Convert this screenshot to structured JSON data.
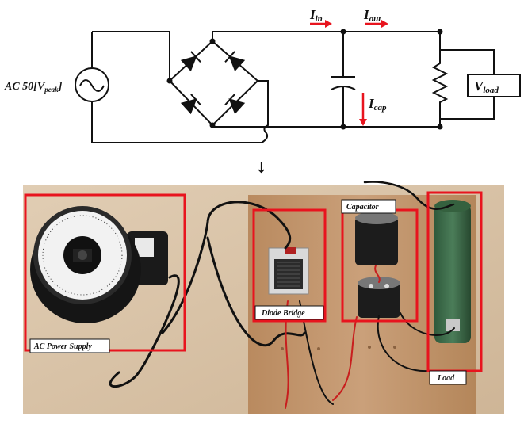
{
  "circuit": {
    "source_label": "AC 50[V",
    "source_sub": "peak",
    "source_close": "]",
    "i_in": "I",
    "i_in_sub": "in",
    "i_out": "I",
    "i_out_sub": "out",
    "i_cap": "I",
    "i_cap_sub": "cap",
    "v_load": "V",
    "v_load_sub": "load",
    "arrow_glyph": "↓"
  },
  "photo": {
    "labels": {
      "ac_power_supply": "AC Power Supply",
      "diode_bridge": "Diode Bridge",
      "capacitor": "Capacitor",
      "load": "Load"
    }
  },
  "colors": {
    "highlight_box": "#e8141e",
    "current_arrow": "#e8141e",
    "wire": "#111111",
    "board": "#c9a27a"
  }
}
